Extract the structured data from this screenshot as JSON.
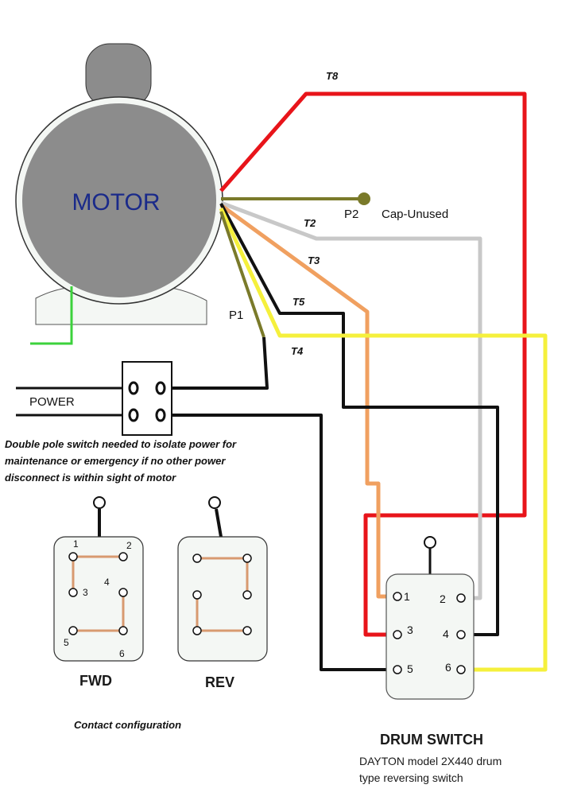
{
  "motor": {
    "label": "MOTOR"
  },
  "wires": {
    "t8": "T8",
    "p2": "P2",
    "cap_unused": "Cap-Unused",
    "t2": "T2",
    "t3": "T3",
    "t5": "T5",
    "p1": "P1",
    "t4": "T4"
  },
  "power": {
    "label": "POWER"
  },
  "switch_note": [
    "Double pole switch needed to isolate power for",
    "maintenance or emergency if no other power",
    "disconnect is within sight of motor"
  ],
  "fwd_terminals": [
    "1",
    "2",
    "3",
    "4",
    "5",
    "6"
  ],
  "fwd_label": "FWD",
  "rev_label": "REV",
  "contact_config": "Contact configuration",
  "drum_terminals": [
    "1",
    "2",
    "3",
    "4",
    "5",
    "6"
  ],
  "drum_title": "DRUM SWITCH",
  "drum_subtitle": [
    "DAYTON model 2X440 drum",
    "type reversing switch"
  ],
  "colors": {
    "red": "#e8141a",
    "olive": "#7a7a2a",
    "gray": "#c8c8c8",
    "orange": "#f0a060",
    "black": "#111111",
    "yellow": "#f5f03c",
    "green": "#3cd23c",
    "motor_gray": "#8c8c8c",
    "motor_text": "#1a2a8a"
  }
}
